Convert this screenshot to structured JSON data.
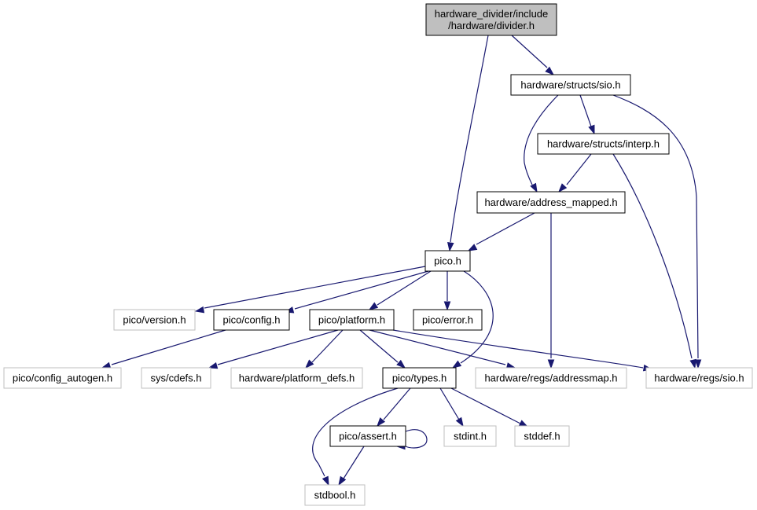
{
  "colors": {
    "edge": "#191970",
    "root_fill": "#bfbfbf",
    "node_border": "#000000",
    "external_border": "#bfbfbf",
    "text": "#000000"
  },
  "nodes": [
    {
      "id": "root",
      "label_lines": [
        "hardware_divider/include",
        "/hardware/divider.h"
      ],
      "style": "root"
    },
    {
      "id": "sio_struct",
      "label_lines": [
        "hardware/structs/sio.h"
      ],
      "style": "normal"
    },
    {
      "id": "interp",
      "label_lines": [
        "hardware/structs/interp.h"
      ],
      "style": "normal"
    },
    {
      "id": "addr_mapped",
      "label_lines": [
        "hardware/address_mapped.h"
      ],
      "style": "normal"
    },
    {
      "id": "pico",
      "label_lines": [
        "pico.h"
      ],
      "style": "normal"
    },
    {
      "id": "version",
      "label_lines": [
        "pico/version.h"
      ],
      "style": "external"
    },
    {
      "id": "config",
      "label_lines": [
        "pico/config.h"
      ],
      "style": "normal"
    },
    {
      "id": "platform",
      "label_lines": [
        "pico/platform.h"
      ],
      "style": "normal"
    },
    {
      "id": "error",
      "label_lines": [
        "pico/error.h"
      ],
      "style": "normal"
    },
    {
      "id": "config_autogen",
      "label_lines": [
        "pico/config_autogen.h"
      ],
      "style": "external"
    },
    {
      "id": "cdefs",
      "label_lines": [
        "sys/cdefs.h"
      ],
      "style": "external"
    },
    {
      "id": "platform_defs",
      "label_lines": [
        "hardware/platform_defs.h"
      ],
      "style": "external"
    },
    {
      "id": "types",
      "label_lines": [
        "pico/types.h"
      ],
      "style": "normal"
    },
    {
      "id": "addressmap",
      "label_lines": [
        "hardware/regs/addressmap.h"
      ],
      "style": "external"
    },
    {
      "id": "regs_sio",
      "label_lines": [
        "hardware/regs/sio.h"
      ],
      "style": "external"
    },
    {
      "id": "assert",
      "label_lines": [
        "pico/assert.h"
      ],
      "style": "normal"
    },
    {
      "id": "stdint",
      "label_lines": [
        "stdint.h"
      ],
      "style": "external"
    },
    {
      "id": "stddef",
      "label_lines": [
        "stddef.h"
      ],
      "style": "external"
    },
    {
      "id": "stdbool",
      "label_lines": [
        "stdbool.h"
      ],
      "style": "external"
    }
  ],
  "edges": [
    {
      "from": "root",
      "to": "sio_struct"
    },
    {
      "from": "root",
      "to": "pico"
    },
    {
      "from": "sio_struct",
      "to": "interp"
    },
    {
      "from": "sio_struct",
      "to": "addr_mapped"
    },
    {
      "from": "sio_struct",
      "to": "regs_sio"
    },
    {
      "from": "interp",
      "to": "addr_mapped"
    },
    {
      "from": "interp",
      "to": "regs_sio"
    },
    {
      "from": "addr_mapped",
      "to": "pico"
    },
    {
      "from": "addr_mapped",
      "to": "addressmap"
    },
    {
      "from": "pico",
      "to": "version"
    },
    {
      "from": "pico",
      "to": "config"
    },
    {
      "from": "pico",
      "to": "platform"
    },
    {
      "from": "pico",
      "to": "error"
    },
    {
      "from": "pico",
      "to": "types"
    },
    {
      "from": "config",
      "to": "config_autogen"
    },
    {
      "from": "platform",
      "to": "cdefs"
    },
    {
      "from": "platform",
      "to": "platform_defs"
    },
    {
      "from": "platform",
      "to": "types"
    },
    {
      "from": "platform",
      "to": "addressmap"
    },
    {
      "from": "platform",
      "to": "regs_sio"
    },
    {
      "from": "types",
      "to": "assert"
    },
    {
      "from": "types",
      "to": "stdint"
    },
    {
      "from": "types",
      "to": "stddef"
    },
    {
      "from": "types",
      "to": "stdbool"
    },
    {
      "from": "assert",
      "to": "stdbool"
    },
    {
      "from": "assert",
      "to": "assert"
    }
  ]
}
